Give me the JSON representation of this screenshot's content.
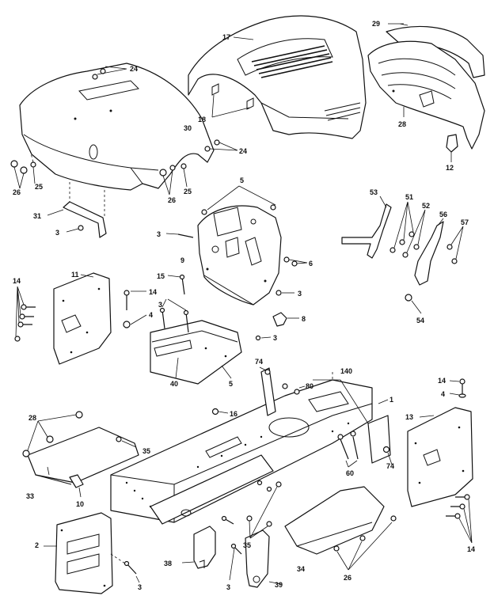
{
  "diagram": {
    "labels": {
      "p24a": "24",
      "p24b": "24",
      "p17": "17",
      "p29": "29",
      "p30": "30",
      "p18": "18",
      "p28a": "28",
      "p12": "12",
      "p26a": "26",
      "p25a": "25",
      "p25b": "25",
      "p26b": "26",
      "p31": "31",
      "p3a": "3",
      "p5top": "5",
      "p3b": "3",
      "p9": "9",
      "p6": "6",
      "p53": "53",
      "p51": "51",
      "p52": "52",
      "p56": "56",
      "p57": "57",
      "p54": "54",
      "p11": "11",
      "p14a": "14",
      "p14b": "14",
      "p15": "15",
      "p3c": "3",
      "p4a": "4",
      "p3d": "3",
      "p8": "8",
      "p3e": "3",
      "p40": "40",
      "p5mid": "5",
      "p74a": "74",
      "p140": "140",
      "p80": "80",
      "p1": "1",
      "p14c": "14",
      "p4b": "4",
      "p13": "13",
      "p28b": "28",
      "p16": "16",
      "p35a": "35",
      "p33": "33",
      "p10": "10",
      "p60": "60",
      "p74b": "74",
      "p2": "2",
      "p3f": "3",
      "p35b": "35",
      "p38": "38",
      "p3g": "3",
      "p39": "39",
      "p34": "34",
      "p26c": "26",
      "p14d": "14"
    }
  }
}
